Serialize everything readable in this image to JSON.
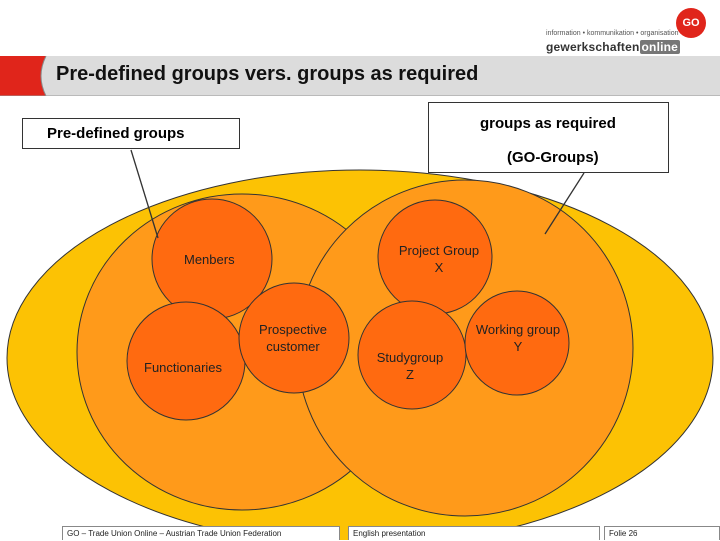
{
  "header": {
    "logo_tagline": "information • kommunikation • organisation",
    "logo_brand": "gewerkschaften",
    "logo_brand_suffix": "online",
    "logo_badge": "GO"
  },
  "slide": {
    "title": "Pre-defined groups vers. groups as required"
  },
  "callouts": {
    "predefined": "Pre-defined groups",
    "as_required_line1": "groups as required",
    "as_required_line2": "(GO-Groups)"
  },
  "groups": {
    "members": "Menbers",
    "functionaries": "Functionaries",
    "prospective_l1": "Prospective",
    "prospective_l2": "customer",
    "project_l1": "Project Group",
    "project_l2": "X",
    "studygroup_l1": "Studygroup",
    "studygroup_l2": "Z",
    "working_l1": "Working group",
    "working_l2": "Y"
  },
  "colors": {
    "title_red": "#e0251b",
    "ellipse_fill": "#fcc204",
    "section_fill": "#ff9a1a",
    "circle_fill": "#ff6a10"
  },
  "footer": {
    "left": "GO – Trade Union Online – Austrian Trade Union Federation",
    "center": "English presentation",
    "right": "Folie 26"
  }
}
